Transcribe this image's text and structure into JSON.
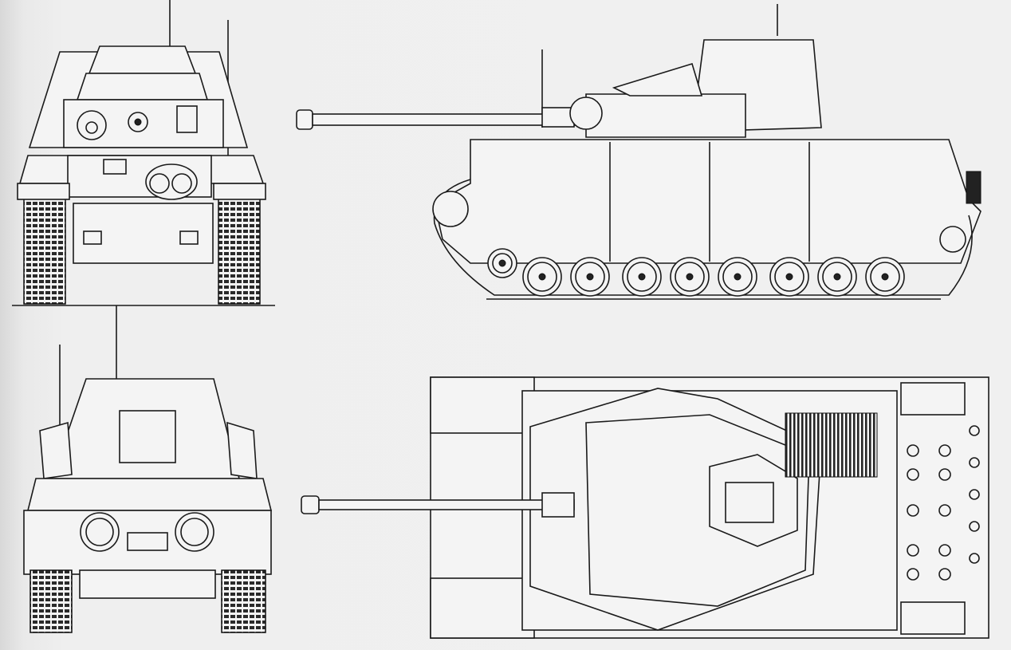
{
  "drawing": {
    "views": [
      "rear-view",
      "side-view",
      "front-view",
      "top-view"
    ],
    "line_color": "#1a1a1a",
    "paper_color": "#f0f0f0"
  }
}
